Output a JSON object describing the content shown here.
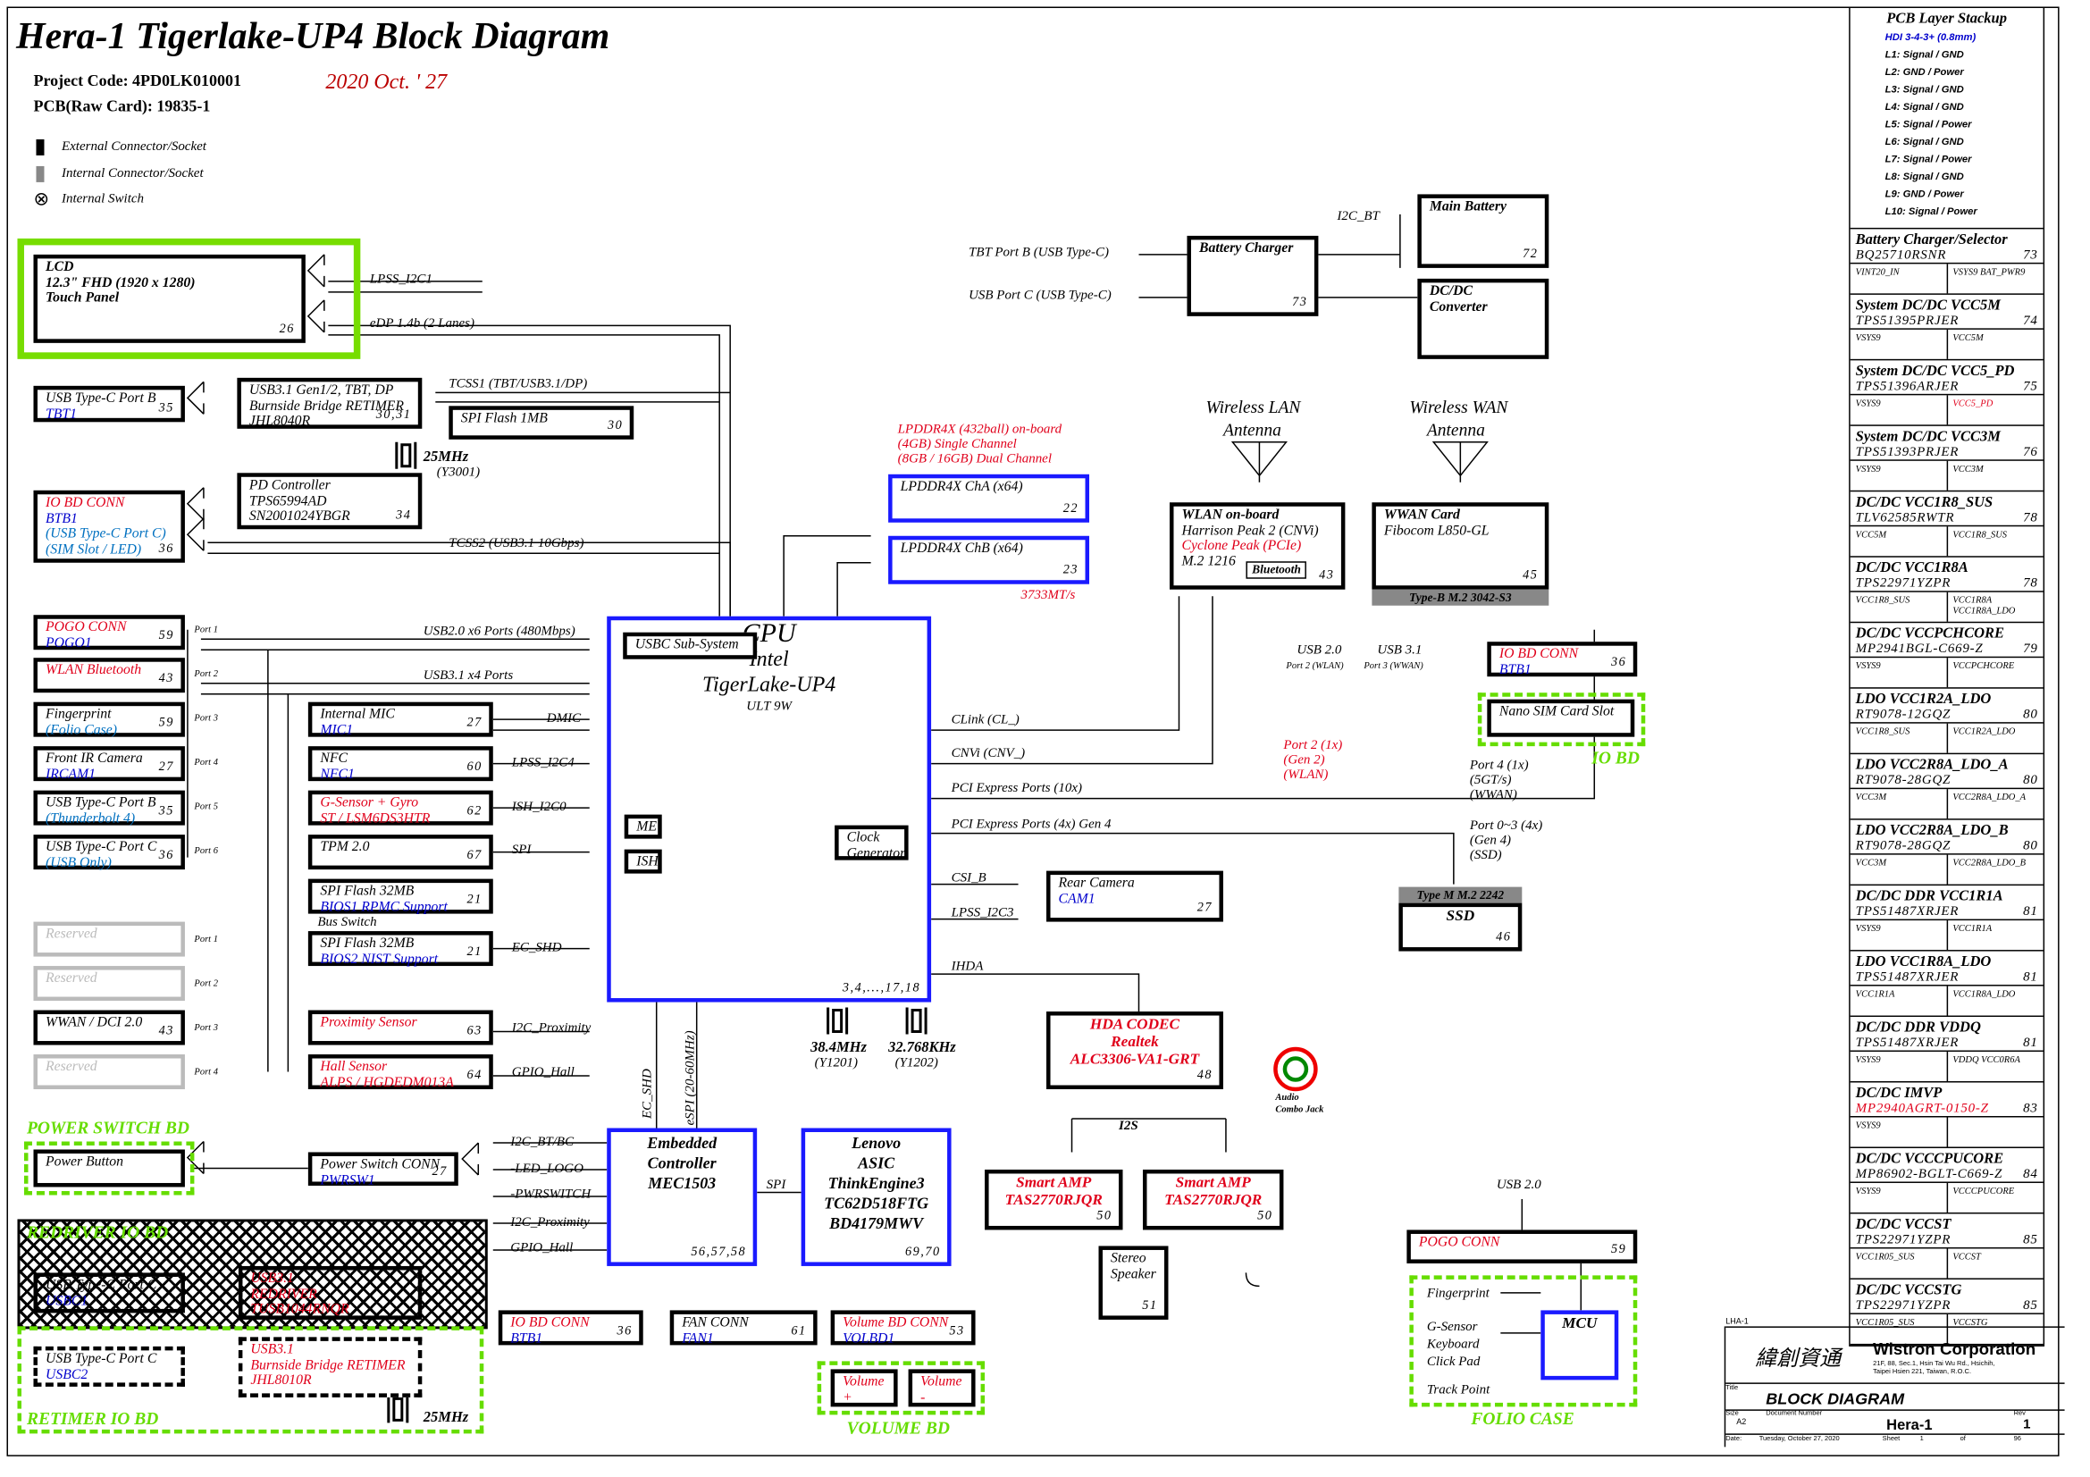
{
  "header": {
    "title": "Hera-1 Tigerlake-UP4 Block Diagram",
    "project_code": "Project Code: 4PD0LK010001",
    "pcb": "PCB(Raw Card): 19835-1",
    "date": "2020 Oct. ' 27"
  },
  "legend": {
    "external": "External Connector/Socket",
    "internal": "Internal Connector/Socket",
    "switch": "Internal Switch"
  },
  "colors": {
    "red": "#e0001b",
    "blue": "#0000cc",
    "lightblue": "#0070c0",
    "green": "#66dd00",
    "cpu_border": "#1a1aff"
  },
  "blocks": {
    "lcd": {
      "lines": [
        {
          "text": "LCD"
        },
        {
          "text": "12.3\" FHD (1920 x 1280)"
        },
        {
          "text": ""
        },
        {
          "text": "Touch Panel"
        }
      ],
      "page": "26"
    },
    "usbcb": {
      "lines": [
        {
          "text": "USB Type-C Port B"
        },
        {
          "text": "TBT1",
          "color": "#0000cc"
        }
      ],
      "page": "35"
    },
    "retimer": {
      "lines": [
        {
          "text": "USB3.1 Gen1/2, TBT, DP"
        },
        {
          "text": "Burnside Bridge RETIMER"
        },
        {
          "text": "JHL8040R"
        }
      ],
      "page": "30,31"
    },
    "spiflash1": {
      "lines": [
        {
          "text": "SPI Flash 1MB"
        }
      ],
      "page": "30"
    },
    "pd": {
      "lines": [
        {
          "text": "PD Controller"
        },
        {
          "text": "TPS65994AD"
        },
        {
          "text": "SN2001024YBGR"
        }
      ],
      "page": "34"
    },
    "iobd1": {
      "lines": [
        {
          "text": "IO BD CONN",
          "color": "#e0001b"
        },
        {
          "text": "BTB1",
          "color": "#0000cc"
        },
        {
          "text": "(USB Type-C Port C)",
          "color": "#0070c0"
        },
        {
          "text": "(SIM Slot / LED)",
          "color": "#0070c0"
        }
      ],
      "page": "36"
    },
    "pogo": {
      "lines": [
        {
          "text": "POGO CONN",
          "color": "#e0001b"
        },
        {
          "text": "POGO1",
          "color": "#0000cc"
        }
      ],
      "page": "59"
    },
    "wlanbt": {
      "lines": [
        {
          "text": "WLAN Bluetooth",
          "color": "#e0001b"
        }
      ],
      "page": "43"
    },
    "fp": {
      "lines": [
        {
          "text": "Fingerprint"
        },
        {
          "text": "(Folio Case)",
          "color": "#0070c0"
        }
      ],
      "page": "59"
    },
    "ircam": {
      "lines": [
        {
          "text": "Front IR Camera"
        },
        {
          "text": "IRCAM1",
          "color": "#0000cc"
        }
      ],
      "page": "27"
    },
    "tbt4": {
      "lines": [
        {
          "text": "USB Type-C Port B"
        },
        {
          "text": "(Thunderbolt 4)",
          "color": "#0070c0"
        }
      ],
      "page": "35"
    },
    "usbonly": {
      "lines": [
        {
          "text": "USB Type-C Port C"
        },
        {
          "text": "(USB Only)",
          "color": "#0070c0"
        }
      ],
      "page": "36"
    },
    "res1": {
      "lines": [
        {
          "text": "Reserved"
        }
      ]
    },
    "res2": {
      "lines": [
        {
          "text": "Reserved"
        }
      ]
    },
    "wwandci": {
      "lines": [
        {
          "text": "WWAN / DCI 2.0"
        }
      ],
      "page": "43"
    },
    "res3": {
      "lines": [
        {
          "text": "Reserved"
        }
      ]
    },
    "mic": {
      "lines": [
        {
          "text": "Internal MIC"
        },
        {
          "text": "MIC1",
          "color": "#0000cc"
        }
      ],
      "page": "27"
    },
    "nfc": {
      "lines": [
        {
          "text": "NFC"
        },
        {
          "text": "NFC1",
          "color": "#0000cc"
        }
      ],
      "page": "60"
    },
    "gsensor": {
      "lines": [
        {
          "text": "G-Sensor + Gyro",
          "color": "#e0001b"
        },
        {
          "text": "ST / LSM6DS3HTR",
          "color": "#e0001b"
        }
      ],
      "page": "62"
    },
    "tpm": {
      "lines": [
        {
          "text": "TPM 2.0"
        }
      ],
      "page": "67"
    },
    "spi32a": {
      "lines": [
        {
          "text": "SPI Flash 32MB"
        },
        {
          "text": "BIOS1      RPMC Support",
          "color": "#0000cc"
        }
      ],
      "page": "21"
    },
    "spi32b": {
      "lines": [
        {
          "text": "SPI Flash 32MB"
        },
        {
          "text": "BIOS2      NIST Support",
          "color": "#0000cc"
        }
      ],
      "page": "21"
    },
    "prox": {
      "lines": [
        {
          "text": "Proximity Sensor",
          "color": "#e0001b"
        }
      ],
      "page": "63"
    },
    "hall": {
      "lines": [
        {
          "text": "Hall Sensor",
          "color": "#e0001b"
        },
        {
          "text": "ALPS / HGDEDM013A",
          "color": "#e0001b"
        }
      ],
      "page": "64"
    },
    "cpu": {
      "lines": [
        {
          "text": ""
        },
        {
          "text": ""
        },
        {
          "text": ""
        },
        {
          "text": ""
        },
        {
          "text": ""
        },
        {
          "text": "CPU"
        },
        {
          "text": "Intel"
        },
        {
          "text": "TigerLake-UP4"
        },
        {
          "text": "ULT 9W"
        }
      ],
      "page": "3,4,...,17,18"
    },
    "usbcsub": {
      "lines": [
        {
          "text": "USBC Sub-System"
        }
      ]
    },
    "me": {
      "lines": [
        {
          "text": "ME"
        }
      ]
    },
    "ish": {
      "lines": [
        {
          "text": "ISH"
        }
      ]
    },
    "clk": {
      "lines": [
        {
          "text": "Clock"
        },
        {
          "text": "Generator"
        }
      ]
    },
    "cha": {
      "lines": [
        {
          "text": "LPDDR4X ChA (x64)"
        }
      ],
      "page": "22"
    },
    "chb": {
      "lines": [
        {
          "text": "LPDDR4X ChB (x64)"
        }
      ],
      "page": "23"
    },
    "rearcam": {
      "lines": [
        {
          "text": "Rear  Camera"
        },
        {
          "text": "CAM1",
          "color": "#0000cc"
        }
      ],
      "page": "27"
    },
    "battchg": {
      "lines": [
        {
          "text": ""
        },
        {
          "text": "Battery Charger"
        }
      ],
      "page": "73"
    },
    "mainbatt": {
      "lines": [
        {
          "text": "Main Battery"
        }
      ],
      "page": "72"
    },
    "dcdc": {
      "lines": [
        {
          "text": "DC/DC"
        },
        {
          "text": "Converter"
        }
      ]
    },
    "wlan": {
      "lines": [
        {
          "text": "WLAN on-board"
        },
        {
          "text": "Harrison Peak 2 (CNVi)"
        },
        {
          "text": "Cyclone Peak    (PCIe)",
          "color": "#e0001b"
        },
        {
          "text": ""
        },
        {
          "text": "M.2 1216"
        }
      ],
      "page": "43",
      "sub": "Bluetooth"
    },
    "wwan": {
      "lines": [
        {
          "text": "WWAN Card"
        },
        {
          "text": "Fibocom L850-GL"
        }
      ],
      "page": "45",
      "sub": "Type-B M.2 3042-S3"
    },
    "iobd2": {
      "lines": [
        {
          "text": "IO BD CONN",
          "color": "#e0001b"
        },
        {
          "text": "BTB1",
          "color": "#0000cc"
        }
      ],
      "page": "36"
    },
    "nanosim": {
      "lines": [
        {
          "text": "Nano SIM Card Slot"
        }
      ]
    },
    "ssd": {
      "lines": [
        {
          "text": "SSD"
        }
      ],
      "page": "46",
      "sub": "Type M M.2 2242"
    },
    "hda": {
      "lines": [
        {
          "text": "HDA CODEC",
          "color": "#e0001b"
        },
        {
          "text": "Realtek",
          "color": "#e0001b"
        },
        {
          "text": "ALC3306-VA1-GRT",
          "color": "#e0001b"
        }
      ],
      "page": "48"
    },
    "amp1": {
      "lines": [
        {
          "text": "Smart AMP",
          "color": "#e0001b"
        },
        {
          "text": "TAS2770RJQR",
          "color": "#e0001b"
        }
      ],
      "page": "50"
    },
    "amp2": {
      "lines": [
        {
          "text": "Smart AMP",
          "color": "#e0001b"
        },
        {
          "text": "TAS2770RJQR",
          "color": "#e0001b"
        }
      ],
      "page": "50"
    },
    "speaker": {
      "lines": [
        {
          "text": "Stereo"
        },
        {
          "text": "Speaker"
        }
      ],
      "page": "51"
    },
    "ec": {
      "lines": [
        {
          "text": ""
        },
        {
          "text": "Embedded"
        },
        {
          "text": "Controller"
        },
        {
          "text": "MEC1503"
        }
      ],
      "page": "56,57,58"
    },
    "asic": {
      "lines": [
        {
          "text": ""
        },
        {
          "text": "Lenovo"
        },
        {
          "text": "ASIC"
        },
        {
          "text": "ThinkEngine3"
        },
        {
          "text": "TC62D518FTG"
        },
        {
          "text": "BD4179MWV"
        }
      ],
      "page": "69,70"
    },
    "iobd3": {
      "lines": [
        {
          "text": "IO BD CONN",
          "color": "#e0001b"
        },
        {
          "text": "BTB1",
          "color": "#0000cc"
        }
      ],
      "page": "36"
    },
    "fan": {
      "lines": [
        {
          "text": "FAN CONN"
        },
        {
          "text": "FAN1",
          "color": "#0000cc"
        }
      ],
      "page": "61"
    },
    "volbd": {
      "lines": [
        {
          "text": "Volume BD CONN",
          "color": "#e0001b"
        },
        {
          "text": "VOLBD1",
          "color": "#0000cc"
        }
      ],
      "page": "53"
    },
    "volp": {
      "lines": [
        {
          "text": "Volume +",
          "color": "#e0001b"
        }
      ]
    },
    "volm": {
      "lines": [
        {
          "text": "Volume -",
          "color": "#e0001b"
        }
      ]
    },
    "pwrbtn": {
      "lines": [
        {
          "text": "Power Button"
        }
      ]
    },
    "pwrconn": {
      "lines": [
        {
          "text": "Power Switch CONN"
        },
        {
          "text": "PWRSW1",
          "color": "#0000cc"
        }
      ],
      "page": "27"
    },
    "redrvc": {
      "lines": [
        {
          "text": "USB Type-C Port C"
        },
        {
          "text": "USBC1",
          "color": "#0000cc"
        }
      ]
    },
    "redriver": {
      "lines": [
        {
          "text": "USB3.1",
          "color": "#e0001b"
        },
        {
          "text": "REDRIVER",
          "color": "#e0001b"
        },
        {
          "text": "TUSB1044RNQR",
          "color": "#e0001b"
        }
      ]
    },
    "retc": {
      "lines": [
        {
          "text": "USB Type-C Port C"
        },
        {
          "text": "USBC2",
          "color": "#0000cc"
        }
      ]
    },
    "retimer2": {
      "lines": [
        {
          "text": "USB3.1",
          "color": "#e0001b"
        },
        {
          "text": "Burnside Bridge RETIMER",
          "color": "#e0001b"
        },
        {
          "text": "JHL8010R",
          "color": "#e0001b"
        }
      ]
    },
    "pogo2": {
      "lines": [
        {
          "text": "POGO CONN",
          "color": "#e0001b"
        }
      ],
      "page": "59"
    },
    "mcu": {
      "lines": [
        {
          "text": ""
        },
        {
          "text": "MCU"
        }
      ]
    }
  },
  "labels": {
    "lpss_i2c1": "LPSS_I2C1",
    "edp": "eDP 1.4b (2 Lanes)",
    "tcss1": "TCSS1 (TBT/USB3.1/DP)",
    "tcss2": "TCSS2 (USB3.1 10Gbps)",
    "y3001_freq": "25MHz",
    "y3001": "(Y3001)",
    "usb2x6": "USB2.0 x6 Ports (480Mbps)",
    "usb31x4": "USB3.1 x4 Ports",
    "port1": "Port 1",
    "port2": "Port 2",
    "port3": "Port 3",
    "port4": "Port 4",
    "port5": "Port 5",
    "port6": "Port 6",
    "port1b": "Port 1",
    "port2b": "Port 2",
    "port3b": "Port 3",
    "port4b": "Port 4",
    "dmic": "DMIC",
    "lpss_i2c4": "LPSS_I2C4",
    "ish_i2c0": "ISH_I2C0",
    "spi": "SPI",
    "ec_shd": "EC_SHD",
    "bus_switch": "Bus Switch",
    "i2c_prox": "I2C_Proximity",
    "gpio_hall": "GPIO_Hall",
    "lpddr1": "LPDDR4X (432ball) on-board",
    "lpddr2": "(4GB)          Single Channel",
    "lpddr3": "(8GB / 16GB) Dual Channel",
    "mts": "3733MT/s",
    "clink": "CLink (CL_)",
    "cnvi": "CNVi (CNV_)",
    "pcie10": "PCI Express Ports (10x)",
    "pcie4": "PCI Express Ports (4x) Gen 4",
    "csi_b": "CSI_B",
    "lpss_i2c3": "LPSS_I2C3",
    "ihda": "IHDA",
    "x384": "38.4MHz",
    "y1201": "(Y1201)",
    "x32k": "32.768KHz",
    "y1202": "(Y1202)",
    "espi": "eSPI (20-60MHz)",
    "ec_shd_v": "EC_SHD",
    "wlan_ant1": "Wireless LAN",
    "wlan_ant2": "Antenna",
    "wwan_ant1": "Wireless WAN",
    "wwan_ant2": "Antenna",
    "usb20": "USB 2.0",
    "port2wlan": "Port 2 (WLAN)",
    "usb31": "USB 3.1",
    "port3wwan": "Port 3 (WWAN)",
    "p2a": "Port 2 (1x)",
    "p2b": "(Gen 2)",
    "p2c": "(WLAN)",
    "p4a": "Port 4 (1x)",
    "p4b": "(5GT/s)",
    "p4c": "(WWAN)",
    "p03a": "Port 0~3 (4x)",
    "p03b": "(Gen 4)",
    "p03c": "(SSD)",
    "io_bd": "IO BD",
    "tbt_portb": "TBT Port B (USB Type-C)",
    "usb_portc": "USB Port C (USB Type-C)",
    "i2c_bt": "I2C_BT",
    "audio1": "Audio",
    "audio2": "Combo Jack",
    "i2s": "I2S",
    "spi_ec": "SPI",
    "ec_sig1": "I2C_BT/BC",
    "ec_sig2": "-LED_LOGO",
    "ec_sig3": "-PWRSWITCH",
    "ec_sig4": "I2C_Proximity",
    "ec_sig5": "GPIO_Hall",
    "power_switch_bd": "POWER SWITCH BD",
    "redriver_io_bd": "REDRIVER IO BD",
    "retimer_io_bd": "RETIMER IO BD",
    "volume_bd": "VOLUME BD",
    "folio_case": "FOLIO CASE",
    "usb20_b": "USB 2.0",
    "f_fp": "Fingerprint",
    "f_gs": "G-Sensor",
    "f_kb": "Keyboard",
    "f_cp": "Click Pad",
    "f_tp": "Track Point",
    "x25b": "25MHz"
  },
  "stackup": {
    "title": "PCB Layer Stackup",
    "spec": "HDI 3-4-3+ (0.8mm)",
    "layers": [
      "L1: Signal / GND",
      "L2: GND / Power",
      "L3: Signal / GND",
      "L4: Signal / GND",
      "L5: Signal / Power",
      "L6: Signal / GND",
      "L7: Signal / Power",
      "L8: Signal / GND",
      "L9: GND / Power",
      "L10: Signal / Power"
    ]
  },
  "power": [
    {
      "title": "Battery Charger/Selector",
      "part": "BQ25710RSNR",
      "page": "73",
      "in": "VINT20_IN",
      "out": "VSYS9 BAT_PWR9"
    },
    {
      "title": "System DC/DC VCC5M",
      "part": "TPS51395PRJER",
      "page": "74",
      "in": "VSYS9",
      "out": "VCC5M"
    },
    {
      "title": "System DC/DC VCC5_PD",
      "part": "TPS51396ARJER",
      "page": "75",
      "in": "VSYS9",
      "out": "VCC5_PD",
      "out_color": "#e0001b"
    },
    {
      "title": "System DC/DC VCC3M",
      "part": "TPS51393PRJER",
      "page": "76",
      "in": "VSYS9",
      "out": "VCC3M"
    },
    {
      "title": "DC/DC VCC1R8_SUS",
      "part": "TLV62585RWTR",
      "page": "78",
      "in": "VCC5M",
      "out": "VCC1R8_SUS"
    },
    {
      "title": "DC/DC VCC1R8A",
      "part": "TPS22971YZPR",
      "page": "78",
      "in": "VCC1R8_SUS",
      "out": "VCC1R8A VCC1R8A_LDO"
    },
    {
      "title": "DC/DC VCCPCHCORE",
      "part": "MP2941BGL-C669-Z",
      "page": "79",
      "in": "VSYS9",
      "out": "VCCPCHCORE"
    },
    {
      "title": "LDO VCC1R2A_LDO",
      "part": "RT9078-12GQZ",
      "page": "80",
      "in": "VCC1R8_SUS",
      "out": "VCC1R2A_LDO"
    },
    {
      "title": "LDO VCC2R8A_LDO_A",
      "part": "RT9078-28GQZ",
      "page": "80",
      "in": "VCC3M",
      "out": "VCC2R8A_LDO_A"
    },
    {
      "title": "LDO VCC2R8A_LDO_B",
      "part": "RT9078-28GQZ",
      "page": "80",
      "in": "VCC3M",
      "out": "VCC2R8A_LDO_B"
    },
    {
      "title": "DC/DC DDR VCC1R1A",
      "part": "TPS51487XRJER",
      "page": "81",
      "in": "VSYS9",
      "out": "VCC1R1A"
    },
    {
      "title": "LDO VCC1R8A_LDO",
      "part": "TPS51487XRJER",
      "page": "81",
      "in": "VCC1R1A",
      "out": "VCC1R8A_LDO"
    },
    {
      "title": "DC/DC DDR VDDQ",
      "part": "TPS51487XRJER",
      "page": "81",
      "in": "VSYS9",
      "out": "VDDQ VCC0R6A"
    },
    {
      "title": "DC/DC IMVP",
      "part": "MP2940AGRT-0150-Z",
      "page": "83",
      "part_color": "#e0001b",
      "in": "VSYS9",
      "out": ""
    },
    {
      "title": "DC/DC VCCCPUCORE",
      "part": "MP86902-BGLT-C669-Z",
      "page": "84",
      "in": "VSYS9",
      "out": "VCCCPUCORE"
    },
    {
      "title": "DC/DC VCCST",
      "part": "TPS22971YZPR",
      "page": "85",
      "in": "VCC1R05_SUS",
      "out": "VCCST"
    },
    {
      "title": "DC/DC VCCSTG",
      "part": "TPS22971YZPR",
      "page": "85",
      "in": "VCC1R05_SUS",
      "out": "VCCSTG"
    }
  ],
  "titleblock": {
    "model_code": "LHA-1",
    "company_cn": "緯創資通",
    "company": "Wistron Corporation",
    "address1": "21F, 88, Sec.1, Hsin Tai Wu Rd., Hsichih,",
    "address2": "Taipei Hsien 221, Taiwan, R.O.C.",
    "title_label": "Title",
    "title": "BLOCK DIAGRAM",
    "size_label": "Size",
    "size": "A2",
    "docnum_label": "Document Number",
    "docnum": "Hera-1",
    "rev_label": "Rev",
    "rev": "1",
    "date_label": "Date:",
    "date": "Tuesday, October 27, 2020",
    "sheet_label": "Sheet",
    "sheet": "1",
    "of_label": "of",
    "total": "96"
  }
}
